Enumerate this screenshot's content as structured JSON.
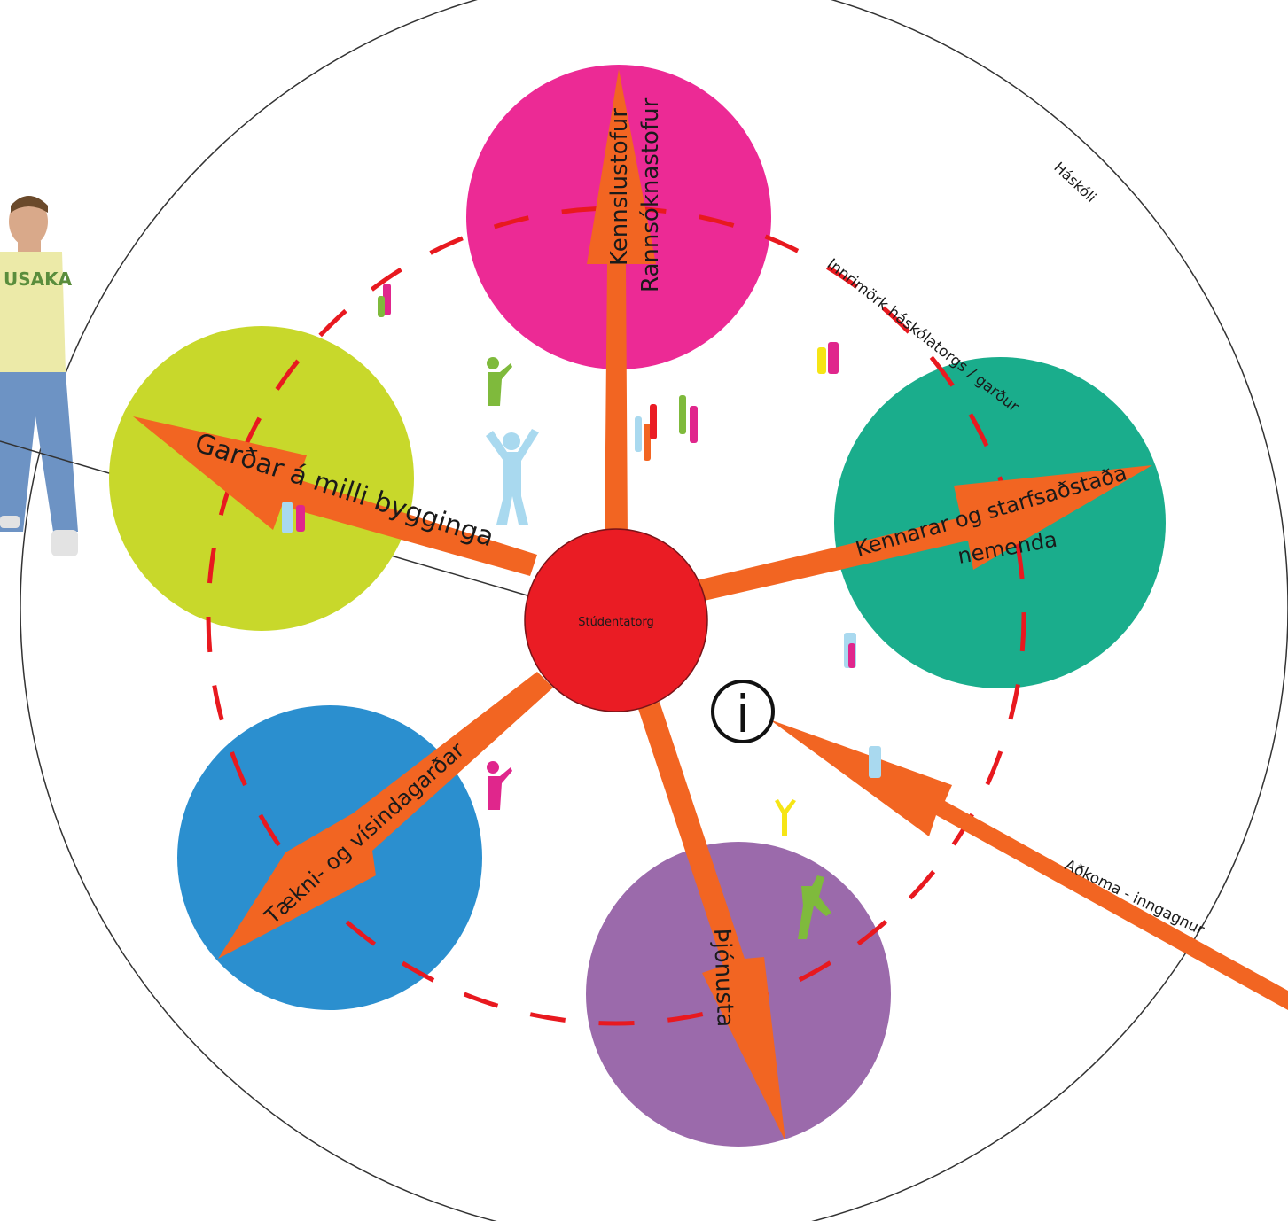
{
  "labels": {
    "outer_ring": "Háskóli",
    "inner_ring": "Innrimörk háskólatorgs / garður",
    "center": "Stúdentatorg",
    "top_line1": "Kennslustofur",
    "top_line2": "Rannsóknastofur",
    "left": "Garðar á milli bygginga",
    "right_line1": "Kennarar og starfsaðstaða",
    "right_line2": "nemenda",
    "bottom_left": "Tækni- og vísindagarðar",
    "bottom": "Þjónusta",
    "access": "Aðkoma - inngagnur",
    "info_symbol": "i"
  },
  "colors": {
    "top": "#ec2a95",
    "left": "#c8d82b",
    "right": "#1aad8c",
    "bottom_left": "#2b8fcf",
    "bottom": "#9b6aab",
    "center": "#ea1c24",
    "arrow": "#f26522",
    "dash": "#e8191f",
    "figure_pink": "#e0268c",
    "figure_green": "#7fba3c",
    "figure_lightblue": "#a9d9ef",
    "figure_yellow": "#f6e515"
  }
}
